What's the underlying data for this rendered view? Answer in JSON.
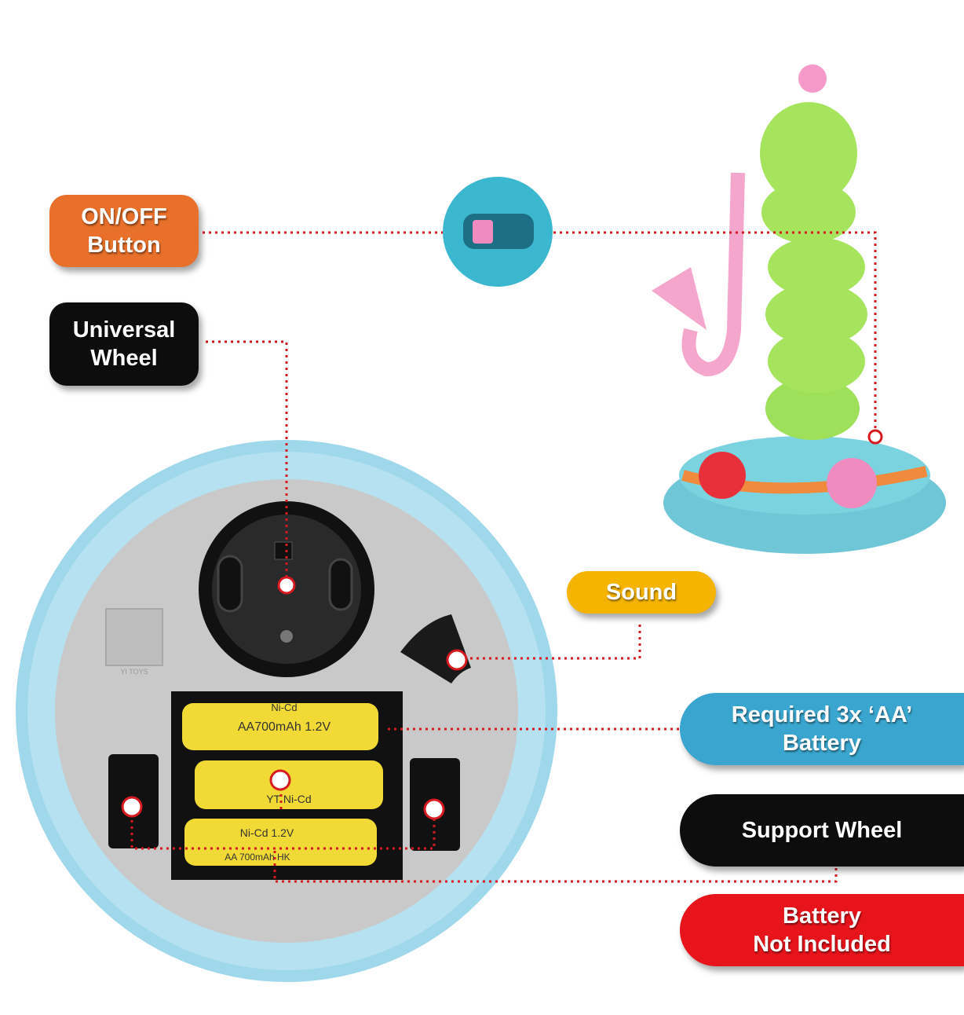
{
  "labels": {
    "on_off": [
      "ON/OFF",
      "Button"
    ],
    "universal_wheel": [
      "Universal",
      "Wheel"
    ],
    "sound": "Sound",
    "battery_required": [
      "Required 3x ‘AA’",
      "Battery"
    ],
    "support_wheel": "Support Wheel",
    "battery_not_included": [
      "Battery",
      "Not Included"
    ]
  },
  "battery_prints": {
    "top_brand": "Ni-Cd",
    "top_spec": "AA700mAh 1.2V",
    "middle_spec": "YT Ni-Cd",
    "bottom_brand": "Ni-Cd  1.2V",
    "bottom_spec": "AA 700mAh HK"
  },
  "logo_text": "YI TOYS",
  "colors": {
    "orange": "#e8702a",
    "black": "#0d0d0d",
    "yellow": "#f4b400",
    "blue": "#3aa6cf",
    "red": "#e8141b",
    "leader": "#d71920"
  }
}
